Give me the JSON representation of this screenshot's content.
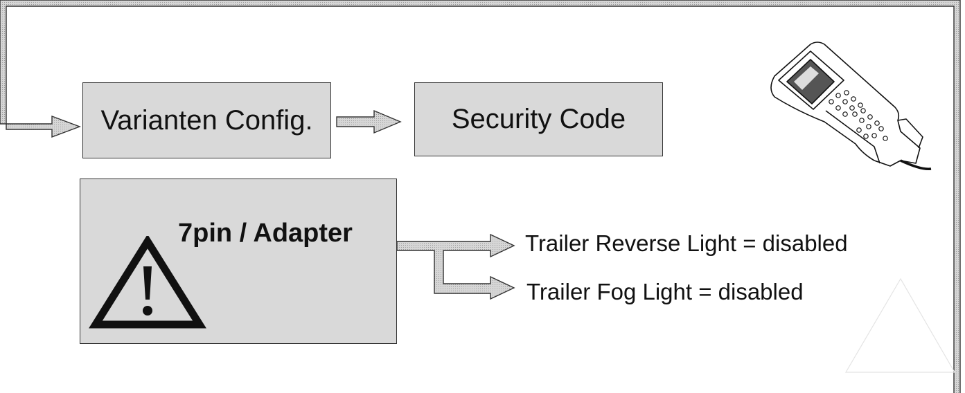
{
  "boxes": {
    "variant": "Varianten Config.",
    "security": "Security Code",
    "adapter": "7pin / Adapter"
  },
  "outputs": {
    "reverse": "Trailer Reverse Light = disabled",
    "fog": "Trailer Fog Light = disabled"
  },
  "icons": {
    "warning": "warning-triangle-icon",
    "device": "handheld-diagnostic-tester-icon",
    "corner": "faint-triangle-outline"
  },
  "colors": {
    "box_fill": "#d9d9d9",
    "arrow_fill": "#d0d0d0",
    "stroke": "#333333"
  }
}
